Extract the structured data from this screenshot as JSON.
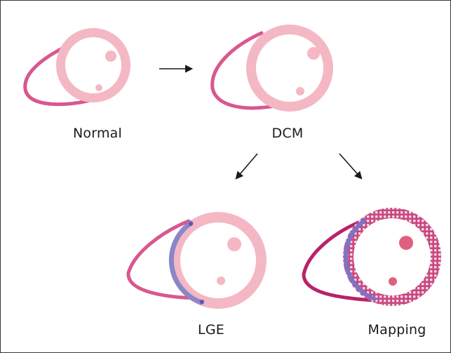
{
  "labels": {
    "normal": "Normal",
    "dcm": "DCM",
    "lge": "LGE",
    "mapping": "Mapping"
  },
  "colors": {
    "myocardium": "#f4b8c4",
    "cavity": "#ffffff",
    "papillary": "#f4b8c4",
    "rv_normal": "#d9578f",
    "rv_mapping": "#b8236a",
    "papillary_mapping": "#e0607f",
    "fibrosis": "#8b86c8",
    "fibrosis_dot": "#5a56b5",
    "mapping_grid": "#ffffff",
    "arrow": "#1a1a1a",
    "border": "#3a3a3a"
  },
  "icons": {
    "arrow": "arrow-icon"
  }
}
